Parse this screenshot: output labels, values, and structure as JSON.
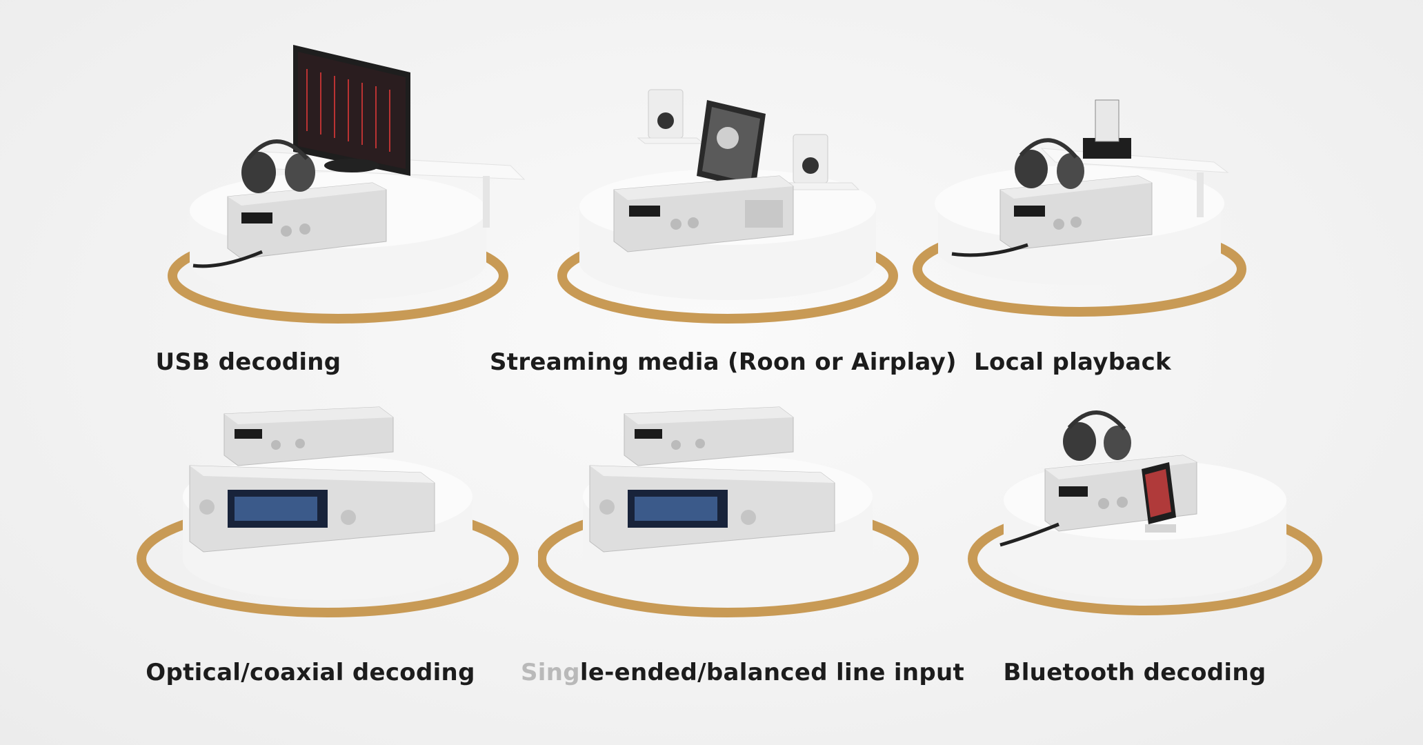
{
  "panels": [
    {
      "caption": "USB decoding"
    },
    {
      "caption": "Streaming media (Roon or Airplay)"
    },
    {
      "caption": "Local playback"
    },
    {
      "caption": "Optical/coaxial decoding"
    },
    {
      "caption_faded": "Sing",
      "caption_rest": "le-ended/balanced line input"
    },
    {
      "caption": "Bluetooth decoding"
    }
  ],
  "colors": {
    "ring_gold": "#c89a55",
    "pedestal": "#f7f7f7",
    "device_silver": "#d6d6d6",
    "text": "#1c1c1c"
  }
}
